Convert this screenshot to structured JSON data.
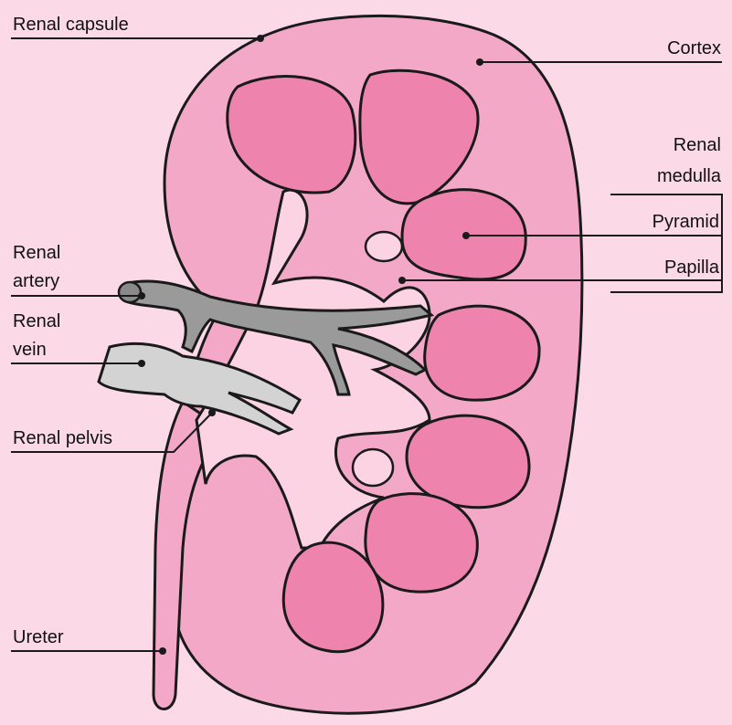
{
  "labels": {
    "renal_capsule": "Renal capsule",
    "cortex": "Cortex",
    "renal_medulla_line1": "Renal",
    "renal_medulla_line2": "medulla",
    "pyramid": "Pyramid",
    "papilla": "Papilla",
    "renal_artery_line1": "Renal",
    "renal_artery_line2": "artery",
    "renal_vein_line1": "Renal",
    "renal_vein_line2": "vein",
    "renal_pelvis": "Renal pelvis",
    "ureter": "Ureter"
  },
  "colors": {
    "background": "#fbd9e6",
    "cortex": "#f4a8c7",
    "pyramid": "#ee83ad",
    "calyx": "#fbd3e3",
    "artery": "#9a9a9a",
    "vein": "#d3d3d3",
    "outline": "#1a1a1a"
  }
}
